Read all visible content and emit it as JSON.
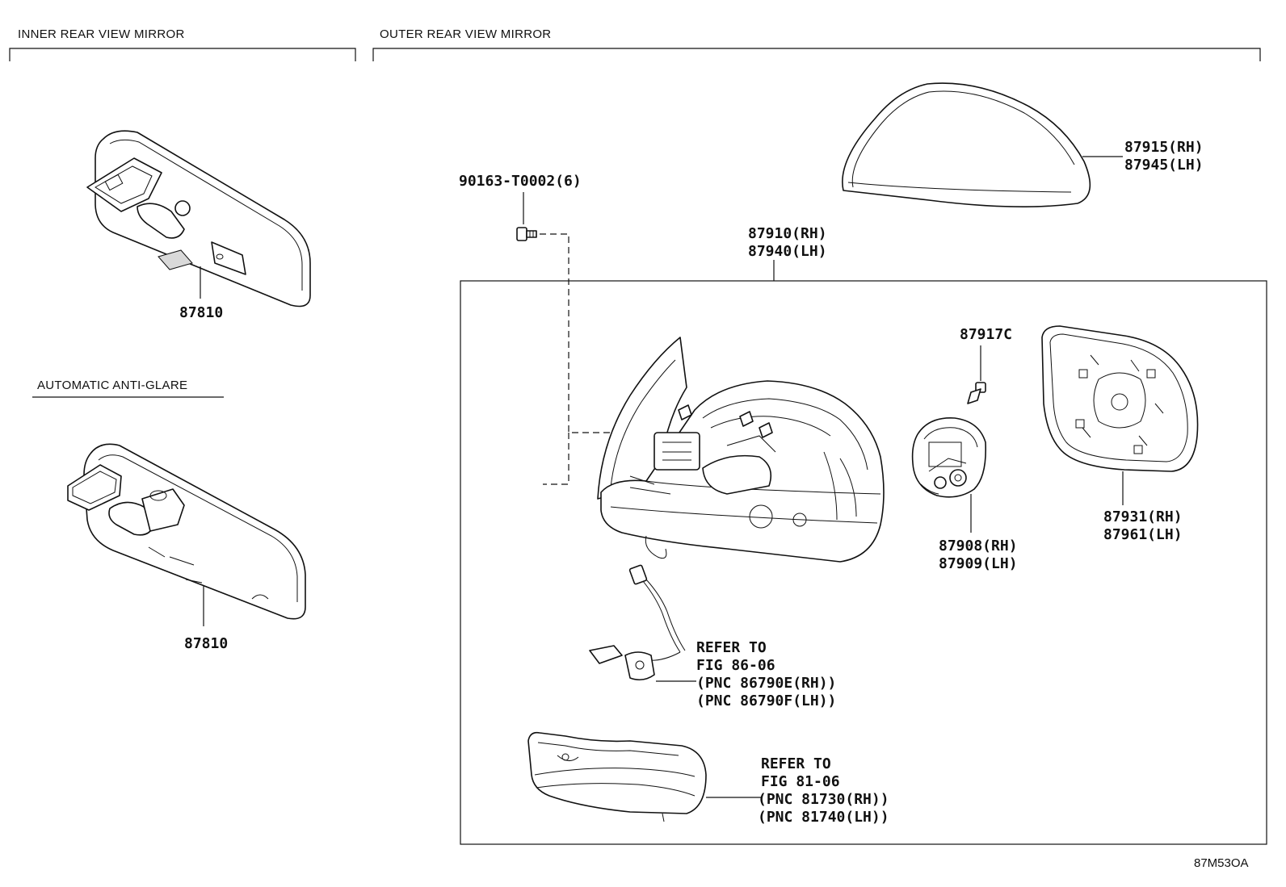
{
  "headers": {
    "inner": "INNER REAR VIEW MIRROR",
    "outer": "OUTER REAR VIEW MIRROR",
    "anti_glare": "AUTOMATIC ANTI-GLARE"
  },
  "parts": {
    "inner_mirror_top": "87810",
    "inner_mirror_bottom": "87810",
    "screw": "90163-T0002(6)",
    "cover_rh": "87915(RH)",
    "cover_lh": "87945(LH)",
    "assy_rh": "87910(RH)",
    "assy_lh": "87940(LH)",
    "clip": "87917C",
    "actuator_rh": "87908(RH)",
    "actuator_lh": "87909(LH)",
    "glass_rh": "87931(RH)",
    "glass_lh": "87961(LH)"
  },
  "refer_harness": {
    "line1": "REFER TO",
    "line2": "FIG 86-06",
    "line3": "(PNC 86790E(RH))",
    "line4": "(PNC 86790F(LH))"
  },
  "refer_lamp": {
    "line1": "REFER TO",
    "line2": "FIG 81-06",
    "line3": "(PNC 81730(RH))",
    "line4": "(PNC 81740(LH))"
  },
  "diagram_code": "87M53OA"
}
